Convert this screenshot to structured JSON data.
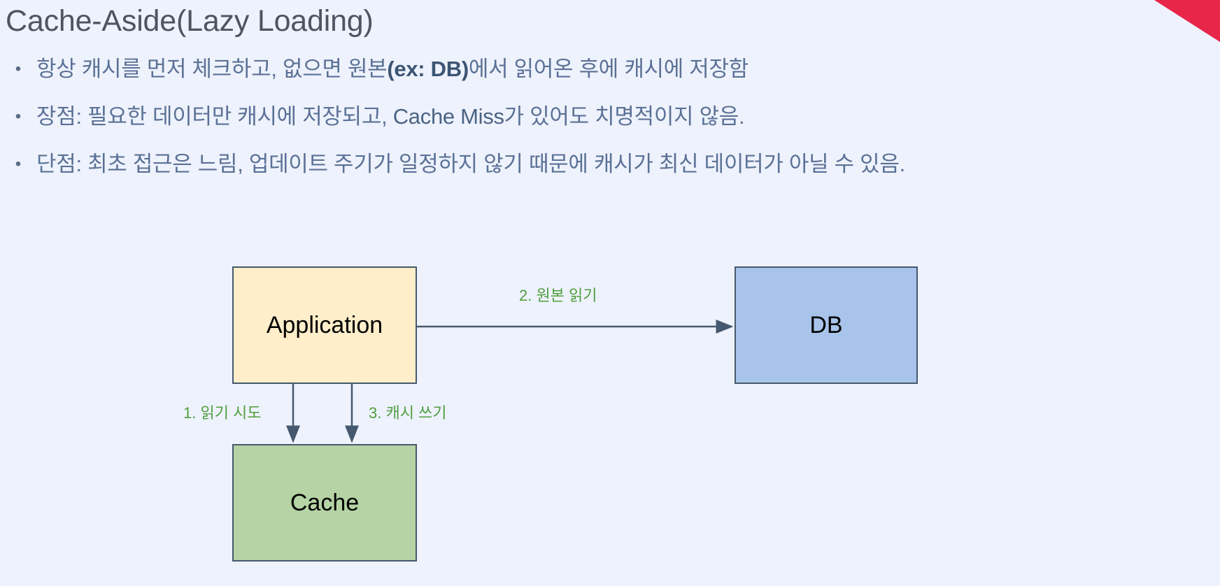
{
  "slide": {
    "title": "Cache-Aside(Lazy Loading)",
    "background_color": "#eef2fc",
    "accent_color": "#e8264a",
    "text_color": "#5b7196",
    "title_color": "#4d5562"
  },
  "bullets": [
    {
      "marker": "•",
      "segments": [
        {
          "text": "항상 캐시를 먼저 체크하고, 없으면 원본",
          "style": "normal"
        },
        {
          "text": "(ex: DB)",
          "style": "emphasis"
        },
        {
          "text": "에서 읽어온 후에 캐시에 저장함",
          "style": "normal"
        }
      ],
      "plain": "항상 캐시를 먼저 체크하고, 없으면 원본(ex: DB)에서 읽어온 후에 캐시에 저장함"
    },
    {
      "marker": "•",
      "segments": [
        {
          "text": "장점: 필요한 데이터만 캐시에 저장되고, ",
          "style": "normal"
        },
        {
          "text": "Cache Miss",
          "style": "semi"
        },
        {
          "text": "가 있어도 치명적이지 않음.",
          "style": "normal"
        }
      ],
      "plain": "장점: 필요한 데이터만 캐시에 저장되고, Cache Miss가 있어도 치명적이지 않음."
    },
    {
      "marker": "•",
      "segments": [
        {
          "text": "단점: 최초 접근은 느림, 업데이트 주기가 일정하지 않기 때문에 캐시가 최신 데이터가 아닐 수 있음.",
          "style": "normal"
        }
      ],
      "plain": "단점: 최초 접근은 느림, 업데이트 주기가 일정하지 않기 때문에 캐시가 최신 데이터가 아닐 수 있음."
    }
  ],
  "diagram": {
    "nodes": [
      {
        "id": "application",
        "label": "Application",
        "fill": "#ffeec9",
        "stroke": "#46586e"
      },
      {
        "id": "db",
        "label": "DB",
        "fill": "#a9c4eb",
        "stroke": "#46586e"
      },
      {
        "id": "cache",
        "label": "Cache",
        "fill": "#b5d3a4",
        "stroke": "#46586e"
      }
    ],
    "edges": [
      {
        "id": "read-origin",
        "label": "2. 원본 읽기",
        "from": "application",
        "to": "db",
        "color": "#4f9e3f"
      },
      {
        "id": "read-try",
        "label": "1. 읽기 시도",
        "from": "application",
        "to": "cache",
        "color": "#4f9e3f"
      },
      {
        "id": "cache-write",
        "label": "3. 캐시 쓰기",
        "from": "application",
        "to": "cache",
        "color": "#4f9e3f"
      }
    ],
    "line_color": "#46586e"
  }
}
